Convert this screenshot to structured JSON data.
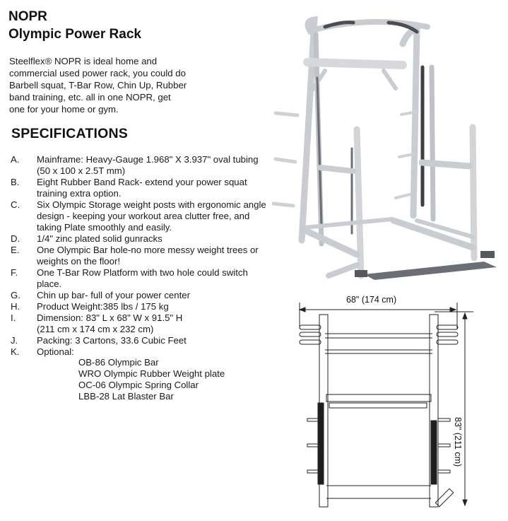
{
  "header": {
    "model": "NOPR",
    "product_name": "Olympic Power Rack"
  },
  "intro": {
    "lines": [
      "Steelflex® NOPR is ideal home and",
      "commercial used power rack, you could do",
      "Barbell squat, T-Bar Row, Chin Up, Rubber",
      "band training, etc. all in one NOPR, get",
      "one for your home or gym."
    ]
  },
  "specifications": {
    "heading": "SPECIFICATIONS",
    "items": [
      {
        "letter": "A.",
        "lines": [
          "Mainframe: Heavy-Gauge 1.968\" X 3.937\" oval tubing",
          "(50 x 100 x 2.5T mm)"
        ]
      },
      {
        "letter": "B.",
        "lines": [
          "Eight Rubber Band Rack- extend your power squat",
          "training extra option."
        ]
      },
      {
        "letter": "C.",
        "lines": [
          "Six Olympic Storage weight posts with ergonomic angle",
          "design - keeping your workout area clutter free, and",
          "taking Plate smoothly and easily."
        ]
      },
      {
        "letter": "D.",
        "lines": [
          "1/4\" zinc plated solid gunracks"
        ]
      },
      {
        "letter": "E.",
        "lines": [
          "One Olympic Bar hole-no more messy weight trees or",
          "weights on the floor!"
        ]
      },
      {
        "letter": "F.",
        "lines": [
          "One T-Bar Row Platform with two hole could switch",
          "place."
        ]
      },
      {
        "letter": "G.",
        "lines": [
          "Chin up bar- full of your power center"
        ]
      },
      {
        "letter": "H.",
        "lines": [
          "Product Weight:385 lbs / 175 kg"
        ]
      },
      {
        "letter": "I.",
        "lines": [
          "Dimension: 83\" L x 68\" W x 91.5\" H",
          "(211 cm x 174 cm x 232 cm)"
        ]
      },
      {
        "letter": "J.",
        "lines": [
          "Packing: 3 Cartons, 33.6 Cubic Feet"
        ]
      },
      {
        "letter": "K.",
        "lines": [
          "Optional:"
        ]
      }
    ],
    "optional_items": [
      "OB-86 Olympic Bar",
      "WRO Olympic Rubber Weight plate",
      "OC-06 Olympic Spring Collar",
      "LBB-28 Lat Blaster Bar"
    ]
  },
  "diagram": {
    "width_label": "68\" (174 cm)",
    "length_label": "83\" (211 cm)"
  }
}
